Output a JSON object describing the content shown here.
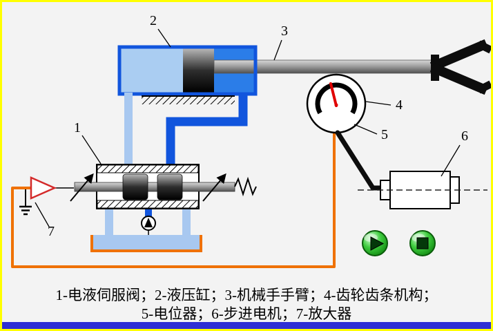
{
  "diagram": {
    "part_labels": {
      "servo_valve": "1",
      "hydraulic_cylinder": "2",
      "manipulator_arm": "3",
      "rack_pinion": "4",
      "potentiometer": "5",
      "stepper_motor": "6",
      "amplifier": "7"
    },
    "caption": {
      "line1": "1-电液伺服阀；2-液压缸；3-机械手手臂；4-齿轮齿条机构；",
      "line2": "5-电位器；6-步进电机；7-放大器"
    }
  },
  "player": {
    "icons": {
      "play": "play-icon",
      "stop": "stop-icon"
    },
    "progress_color": "#2f2fd4"
  },
  "colors": {
    "frame_border": "#ffff00",
    "background": "#f3f3f3",
    "pipe_dark": "#1155dd",
    "pipe_light": "#a8c8f0",
    "tank_outline_orange": "#ef7100",
    "feedback_wire_orange": "#ef7100",
    "needle_red": "#e00000",
    "amplifier_red": "#d42a2a",
    "button_green": "#2eb82e"
  }
}
